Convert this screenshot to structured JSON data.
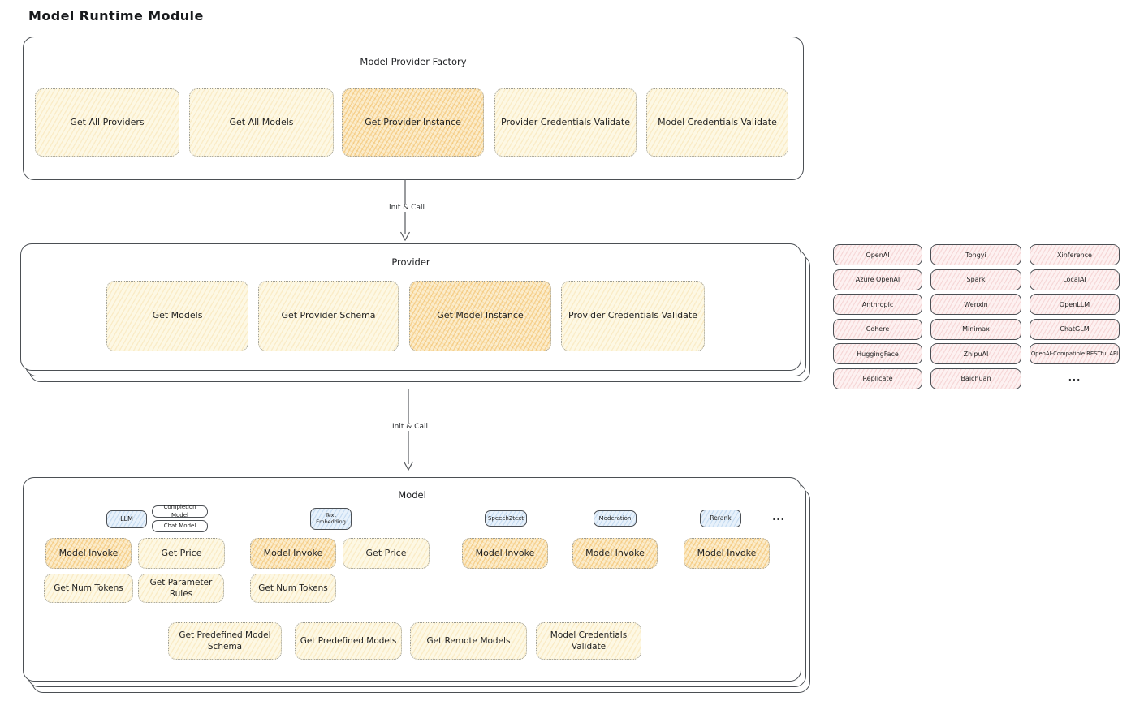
{
  "page": {
    "title": "Model Runtime Module"
  },
  "colors": {
    "border": "#4b4f54",
    "light_fill": "#fdf8e4",
    "highlight_fill": "#fbeccb",
    "pink_fill": "#fdf1f1",
    "blue_fill": "#e7f1fb"
  },
  "arrow1": {
    "label": "Init & Call"
  },
  "arrow2": {
    "label": "Init & Call"
  },
  "factory": {
    "title": "Model Provider Factory",
    "boxes": [
      {
        "label": "Get All Providers"
      },
      {
        "label": "Get All Models"
      },
      {
        "label": "Get Provider Instance"
      },
      {
        "label": "Provider Credentials Validate"
      },
      {
        "label": "Model Credentials Validate"
      }
    ]
  },
  "provider": {
    "title": "Provider",
    "boxes": [
      {
        "label": "Get Models"
      },
      {
        "label": "Get Provider Schema"
      },
      {
        "label": "Get Model Instance"
      },
      {
        "label": "Provider Credentials Validate"
      }
    ]
  },
  "provider_list": {
    "items": [
      "OpenAI",
      "Tongyi",
      "Xinference",
      "Azure OpenAI",
      "Spark",
      "LocalAI",
      "Anthropic",
      "Wenxin",
      "OpenLLM",
      "Cohere",
      "Minimax",
      "ChatGLM",
      "HuggingFace",
      "ZhipuAI",
      "OpenAI-Compatible RESTful API",
      "Replicate",
      "Baichuan"
    ],
    "more": "..."
  },
  "model": {
    "title": "Model",
    "tabs": {
      "llm": "LLM",
      "completion": "Completion Model",
      "chat": "Chat Model",
      "text_embedding": "Text Embedding",
      "speech2text": "Speech2text",
      "moderation": "Moderation",
      "rerank": "Rerank",
      "more": "..."
    },
    "row1": [
      {
        "label": "Model Invoke"
      },
      {
        "label": "Get Price"
      },
      {
        "label": "Model Invoke"
      },
      {
        "label": "Get Price"
      },
      {
        "label": "Model Invoke"
      },
      {
        "label": "Model Invoke"
      },
      {
        "label": "Model Invoke"
      }
    ],
    "row2": [
      {
        "label": "Get Num Tokens"
      },
      {
        "label": "Get Parameter Rules"
      },
      {
        "label": "Get Num Tokens"
      }
    ],
    "row3": [
      {
        "label": "Get Predefined Model Schema"
      },
      {
        "label": "Get Predefined Models"
      },
      {
        "label": "Get Remote Models"
      },
      {
        "label": "Model Credentials Validate"
      }
    ]
  }
}
